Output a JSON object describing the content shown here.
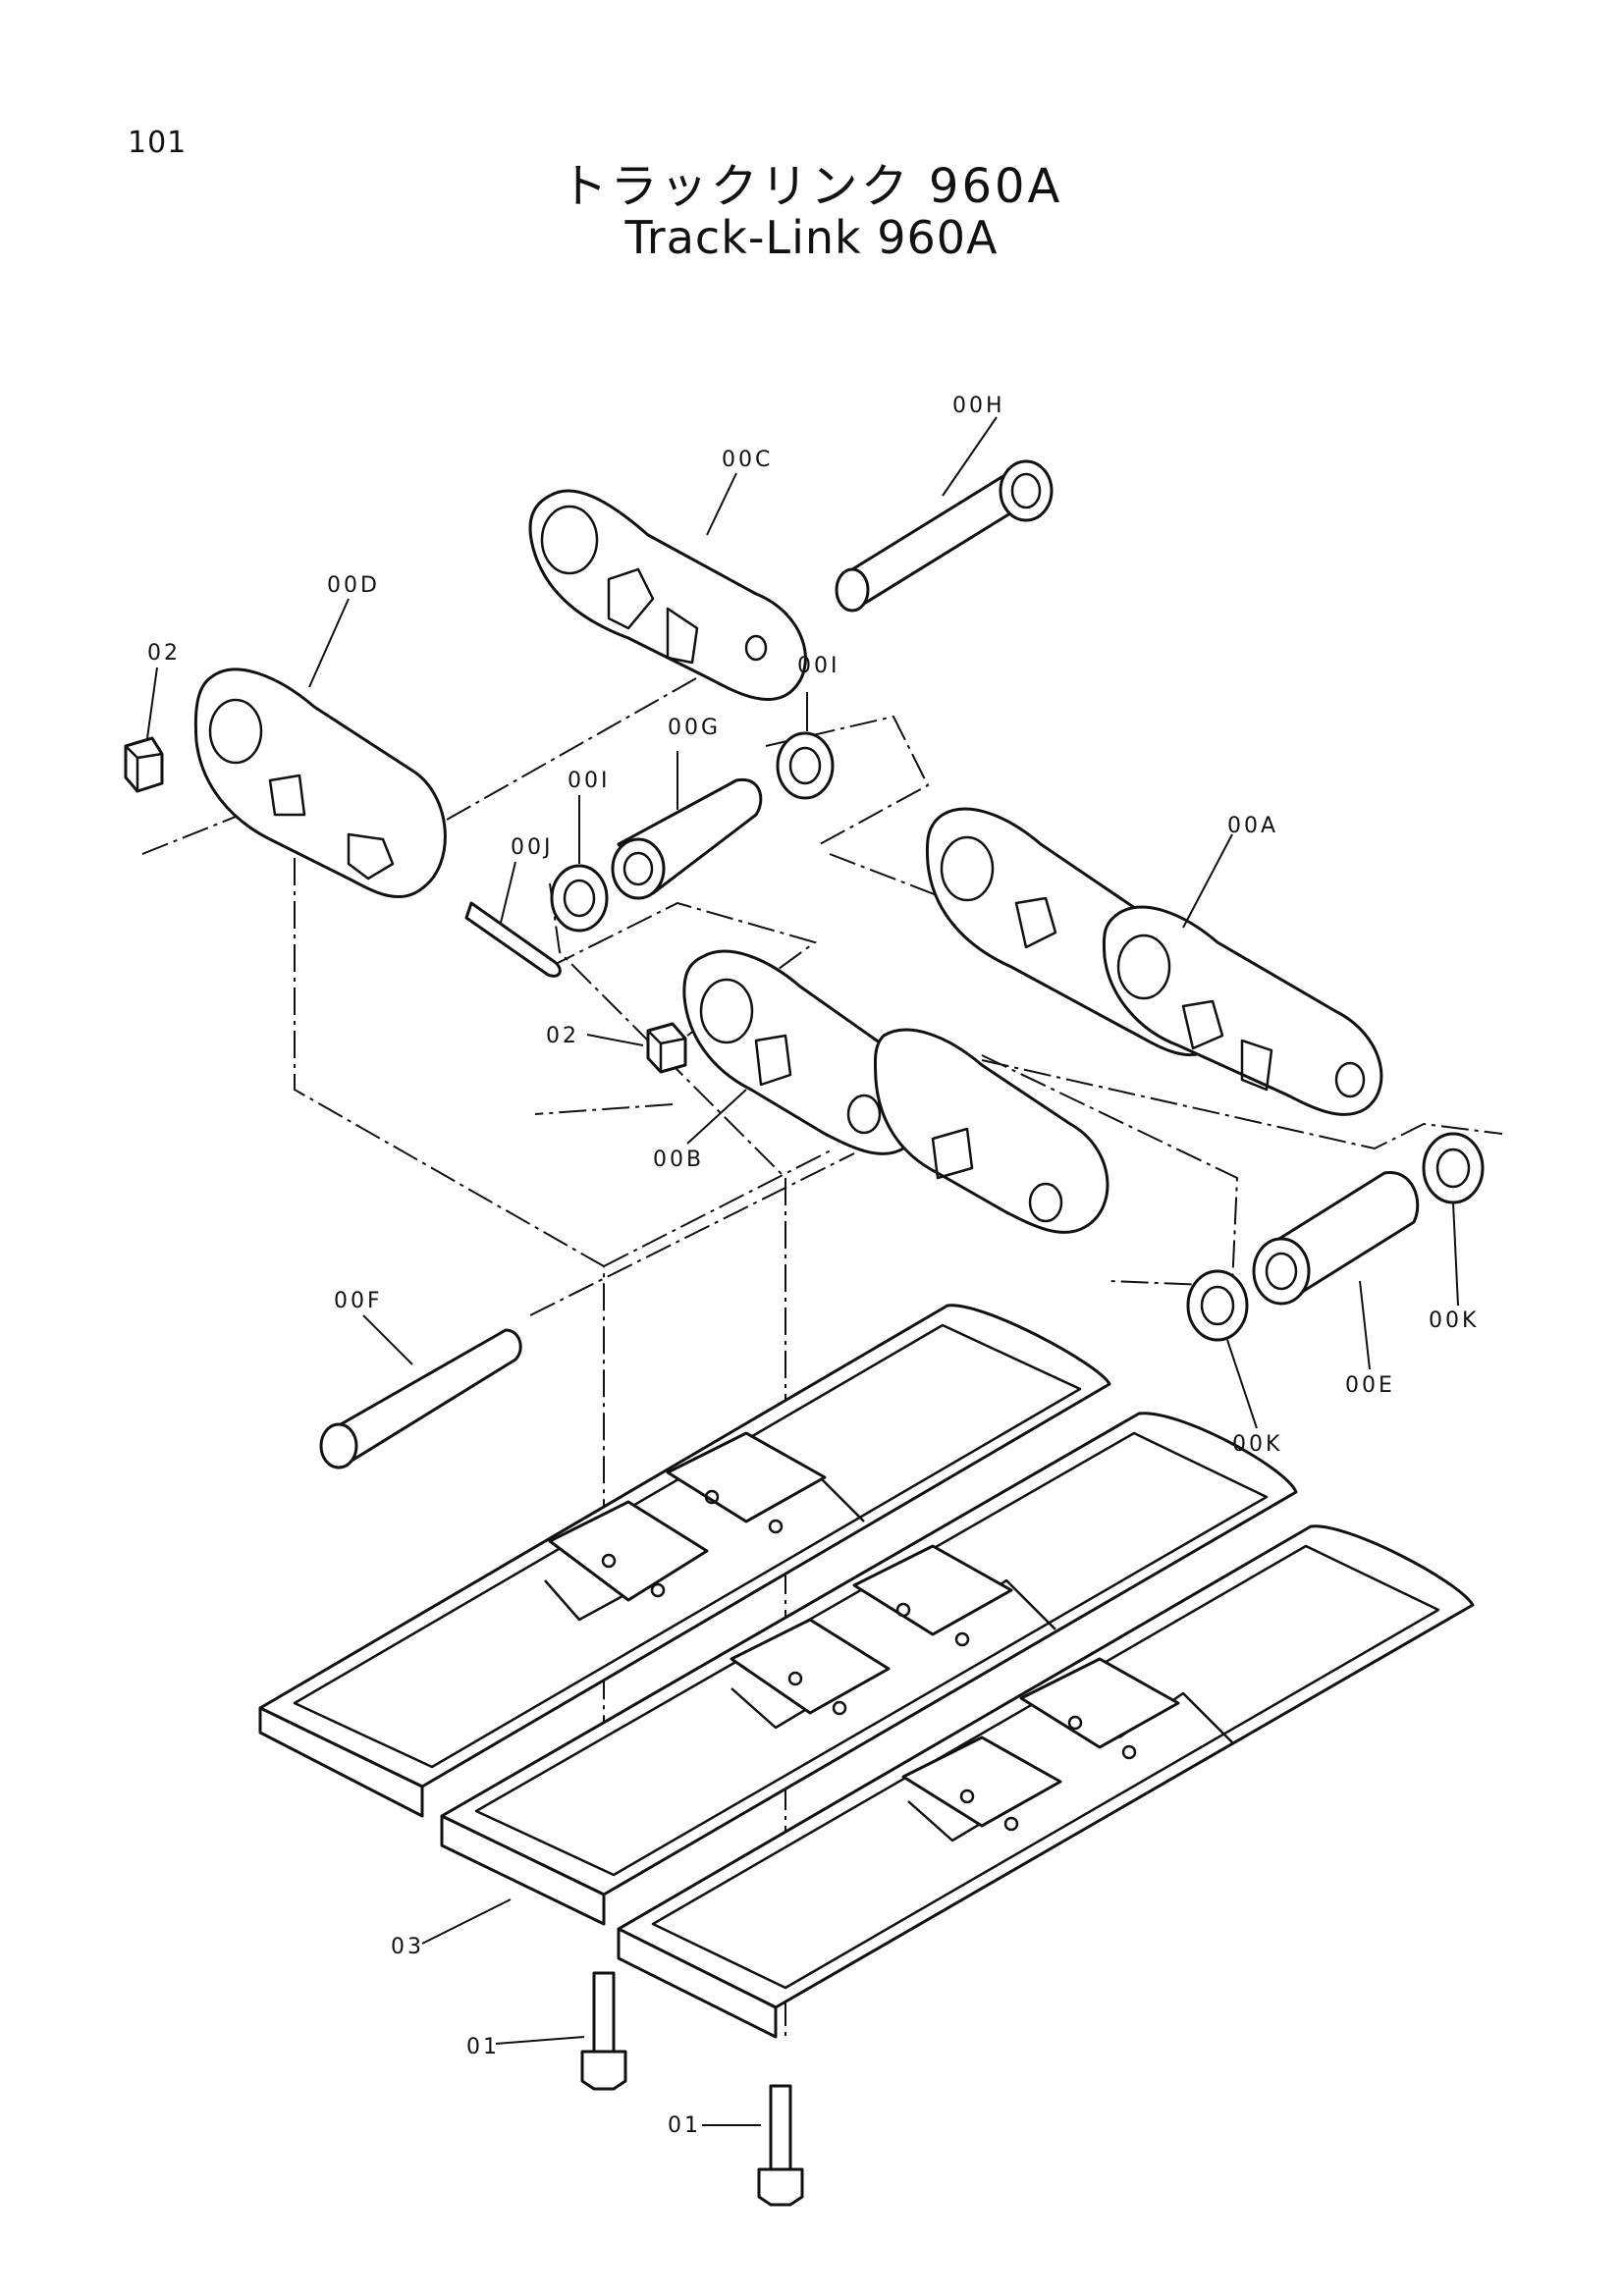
{
  "page_number": "101",
  "title_jp": "トラックリンク 960A",
  "title_en": "Track-Link 960A",
  "labels": {
    "p00H": "00H",
    "p00C": "00C",
    "p00D": "00D",
    "p02_left": "02",
    "p00I_right": "00I",
    "p00G": "00G",
    "p00I_left": "00I",
    "p00J": "00J",
    "p00A": "00A",
    "p02_center": "02",
    "p00B": "00B",
    "p00F": "00F",
    "p00K_right": "00K",
    "p00E": "00E",
    "p00K_bottom": "00K",
    "p03": "03",
    "p01_left": "01",
    "p01_bottom": "01"
  }
}
